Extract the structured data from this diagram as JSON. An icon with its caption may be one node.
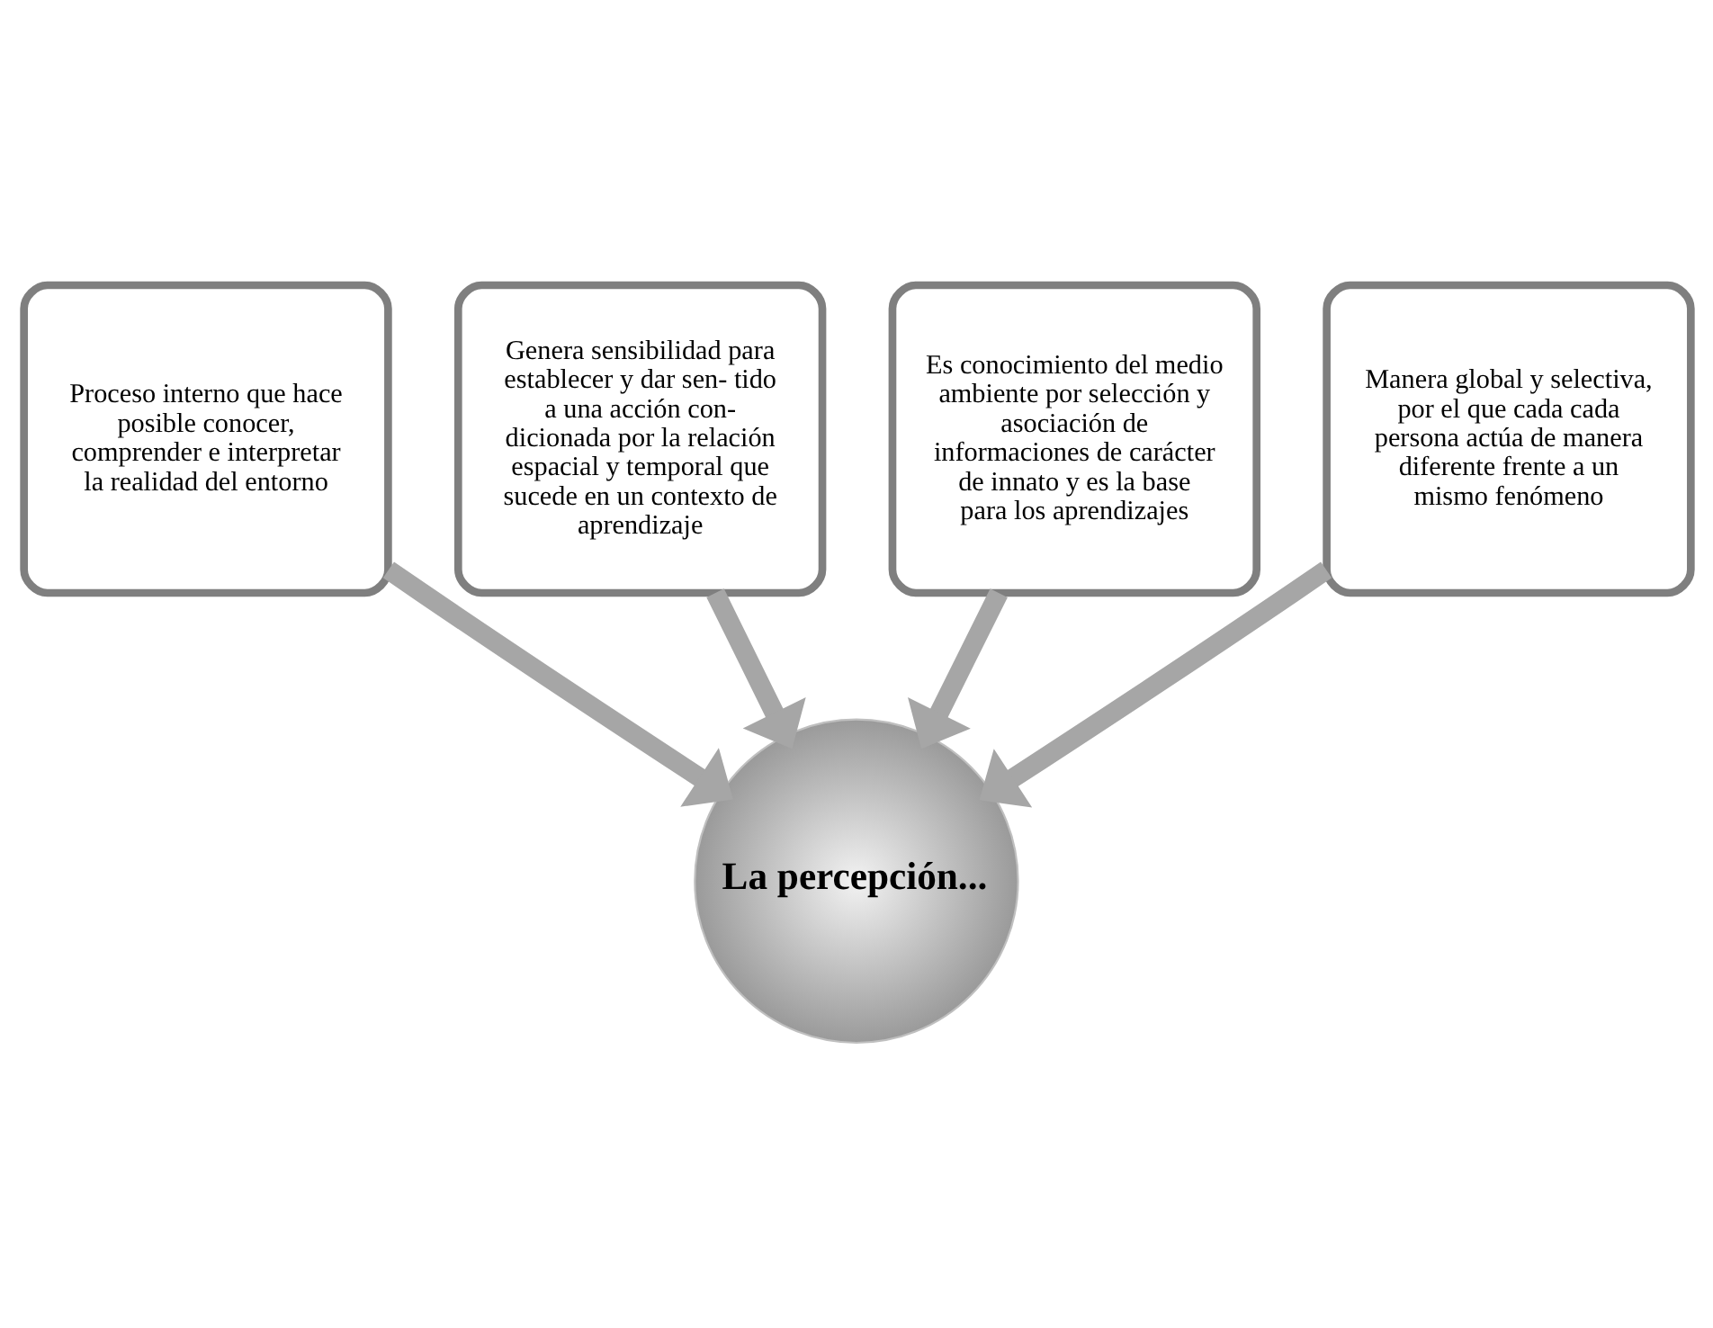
{
  "diagram": {
    "nodes": [
      {
        "text": [
          "Proceso interno que hace posible conocer, comprender e interpretar la realidad del entorno"
        ]
      },
      {
        "text": [
          "Genera sensibilidad para establecer y dar sen- tido a una acción con- dicionada por la relación espacial y temporal que sucede en un contexto de aprendizaje"
        ]
      },
      {
        "text": [
          "Es conocimiento del medio ambiente por selección y asociación de informaciones de carácter de innato y es la base para los aprendizajes"
        ]
      },
      {
        "text": [
          "Manera global y selectiva, por el que cada cada persona actúa de manera diferente frente a un mismo fenómeno"
        ]
      },
      {
        "text": [
          "La percepción..."
        ]
      }
    ],
    "edges": [
      {
        "from": 0,
        "to": 4,
        "arrow": "to"
      },
      {
        "from": 1,
        "to": 4,
        "arrow": "to"
      },
      {
        "from": 2,
        "to": 4,
        "arrow": "to"
      },
      {
        "from": 3,
        "to": 4,
        "arrow": "to"
      }
    ]
  }
}
